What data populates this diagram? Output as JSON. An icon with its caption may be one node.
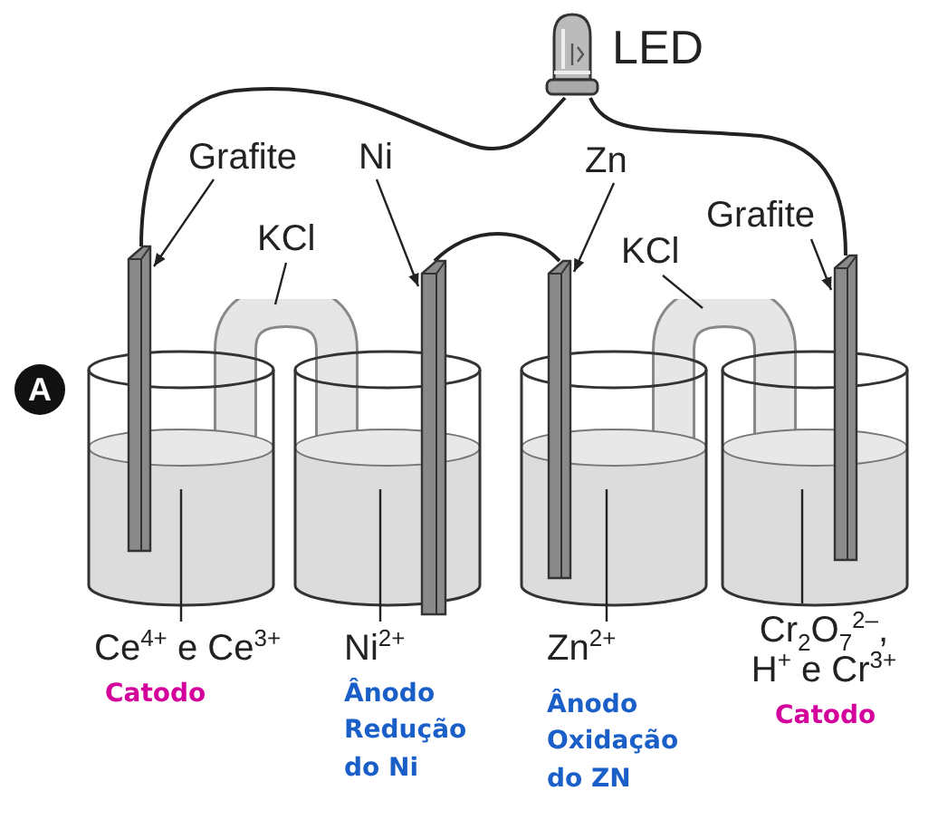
{
  "diagram": {
    "nodes": [
      {
        "text": [],
        "shape": "picture",
        "beside": [
          "LED"
        ]
      },
      {
        "text": [
          "Grafite"
        ]
      },
      {
        "text": [],
        "shape": "bar"
      },
      {
        "text": [
          "Ni"
        ]
      },
      {
        "text": [],
        "shape": "bar"
      },
      {
        "text": [
          "Zn"
        ]
      },
      {
        "text": [],
        "shape": "bar"
      },
      {
        "text": [
          "Grafite"
        ]
      },
      {
        "text": [],
        "shape": "bar"
      },
      {
        "text": [
          "KCl"
        ]
      },
      {
        "text": [],
        "shape": "picture"
      },
      {
        "text": [
          "KCl"
        ]
      },
      {
        "text": [],
        "shape": "picture"
      },
      {
        "text": [],
        "shape": "cylinder"
      },
      {
        "text": [],
        "shape": "cylinder"
      },
      {
        "text": [],
        "shape": "cylinder"
      },
      {
        "text": [],
        "shape": "cylinder"
      },
      {
        "text": [
          "Ce$^{4+}$ e Ce$^{3+}$",
          "Catodo"
        ]
      },
      {
        "text": [
          "Ni$^{2+}$",
          "Ânodo Redução do Ni"
        ]
      },
      {
        "text": [
          "Zn$^{2+}$",
          "Ânodo Oxidação do ZN"
        ]
      },
      {
        "text": [
          "Cr$_{2}$O$_{7}$$^{2–}$, H$^{+}$ e Cr$^{3+}$",
          "Catodo"
        ]
      }
    ],
    "edges": [
      {
        "from": 0,
        "to": 2,
        "arrow": "none"
      },
      {
        "from": 0,
        "to": 8,
        "arrow": "none"
      },
      {
        "from": 4,
        "to": 6,
        "arrow": "none"
      },
      {
        "from": 1,
        "to": 2,
        "arrow": "to"
      },
      {
        "from": 3,
        "to": 4,
        "arrow": "to"
      },
      {
        "from": 5,
        "to": 6,
        "arrow": "to"
      },
      {
        "from": 7,
        "to": 8,
        "arrow": "to"
      },
      {
        "from": 9,
        "to": 10,
        "arrow": "none"
      },
      {
        "from": 11,
        "to": 12,
        "arrow": "none"
      },
      {
        "from": 17,
        "to": 13,
        "arrow": "none"
      },
      {
        "from": 18,
        "to": 14,
        "arrow": "none"
      },
      {
        "from": 19,
        "to": 15,
        "arrow": "none"
      },
      {
        "from": 20,
        "to": 16,
        "arrow": "none"
      }
    ],
    "labels": [
      "A"
    ]
  }
}
